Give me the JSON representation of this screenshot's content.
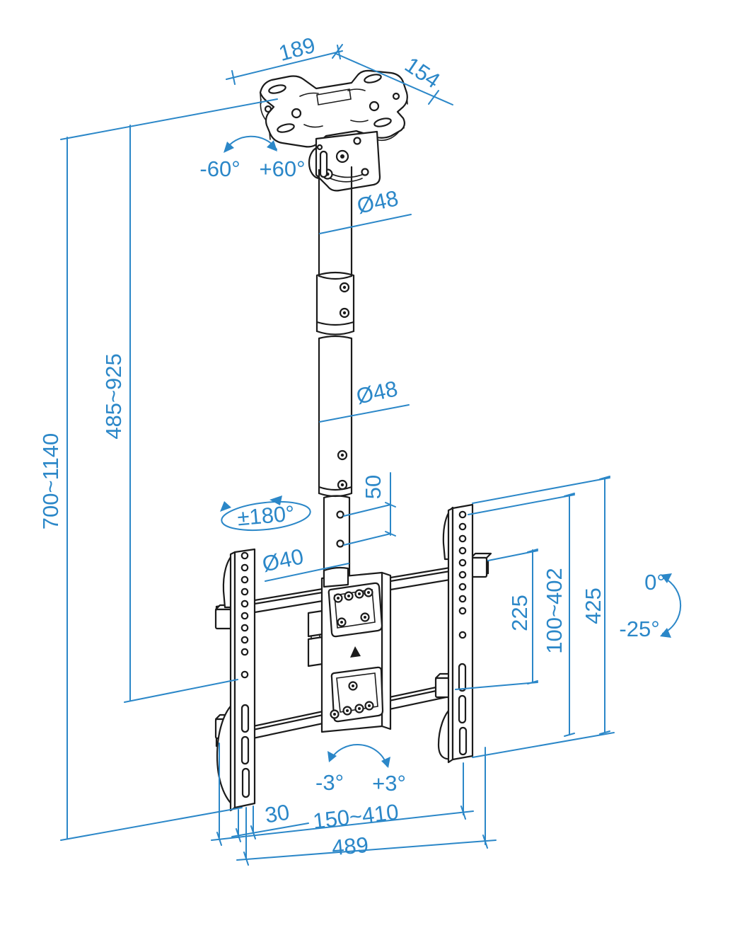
{
  "document": {
    "type": "technical-drawing",
    "subject": "TV ceiling mount bracket with telescopic pole"
  },
  "colors": {
    "dimension_blue": "#2b87c8",
    "line_black": "#1b1b1b",
    "background": "#ffffff"
  },
  "dimensions": {
    "ceiling_plate_width": "189",
    "ceiling_plate_depth": "154",
    "ceiling_tilt_left": "-60°",
    "ceiling_tilt_right": "+60°",
    "pole_diameter_upper": "Ø48",
    "pole_diameter_middle": "Ø48",
    "pole_diameter_lower": "Ø40",
    "overall_height_range": "700~1140",
    "pole_height_range": "485~925",
    "swivel_range": "±180°",
    "hole_spacing": "50",
    "bracket_rail_gap": "225",
    "vesa_height_range": "100~402",
    "bracket_height": "425",
    "screen_tilt_up": "0°",
    "screen_tilt_down": "-25°",
    "level_adjust_left": "-3°",
    "level_adjust_right": "+3°",
    "rail_depth": "30",
    "tv_width_range": "150~410",
    "bracket_width": "489"
  }
}
